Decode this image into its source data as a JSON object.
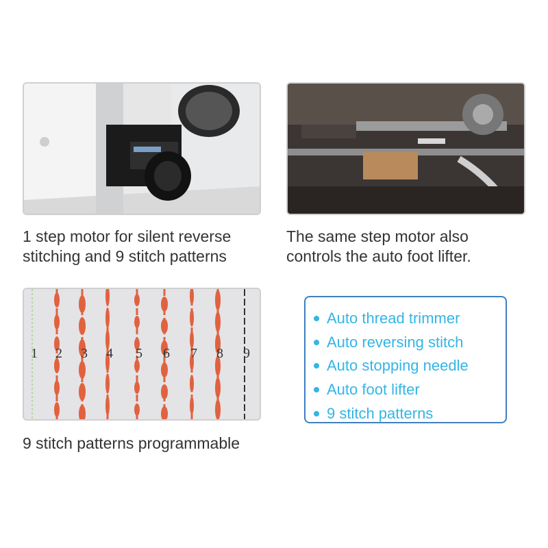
{
  "captions": {
    "motor": "1 step motor for silent reverse\nstitching and 9 stitch patterns",
    "lifter": "The same step motor also\ncontrols the auto foot lifter.",
    "patterns": "9 stitch patterns programmable"
  },
  "stitch_numbers": [
    "1",
    "2",
    "3",
    "4",
    "5",
    "6",
    "7",
    "8",
    "9"
  ],
  "features": [
    "Auto thread trimmer",
    "Auto reversing stitch",
    "Auto stopping needle",
    "Auto foot lifter",
    "9 stitch patterns"
  ],
  "colors": {
    "accent": "#33b5e5",
    "box_border": "#3f7fbf",
    "thread": "#e0623f"
  }
}
